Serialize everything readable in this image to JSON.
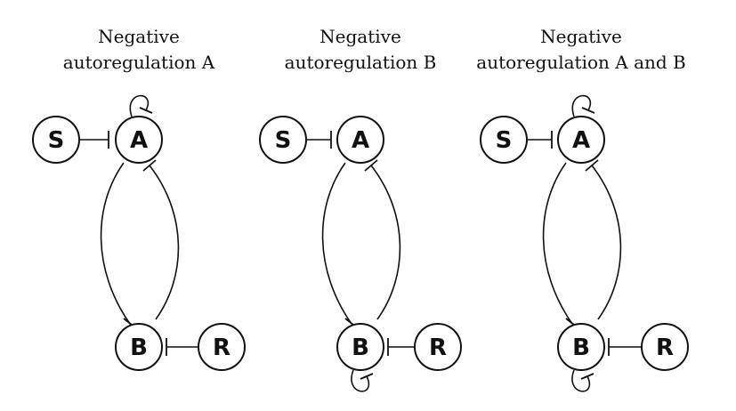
{
  "panels": [
    {
      "title_line1": "Negative",
      "title_line2": "autoregulation A",
      "self_loop_A": true,
      "self_loop_B": false
    },
    {
      "title_line1": "Negative",
      "title_line2": "autoregulation B",
      "self_loop_A": false,
      "self_loop_B": true
    },
    {
      "title_line1": "Negative",
      "title_line2": "autoregulation A and B",
      "self_loop_A": true,
      "self_loop_B": true
    }
  ],
  "nodes": {
    "S": "S",
    "A": "A",
    "B": "B",
    "R": "R"
  },
  "edge_type": "inhibition"
}
